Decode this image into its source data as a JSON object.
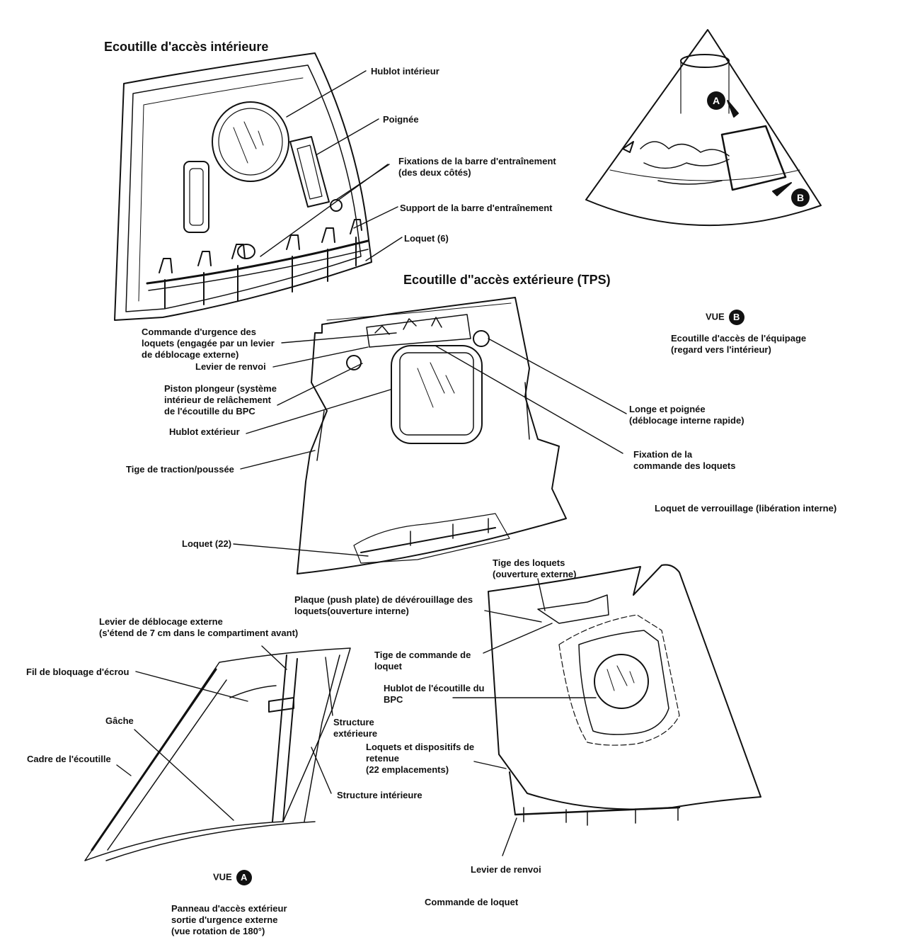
{
  "titles": {
    "inner_hatch": "Ecoutille d'accès intérieure",
    "outer_hatch": "Ecoutille d''accès extérieure (TPS)"
  },
  "labels": {
    "hublot_interieur": "Hublot intérieur",
    "poignee": "Poignée",
    "fixations_barre": "Fixations de la barre d'entraînement\n(des deux côtés)",
    "support_barre": "Support de la barre d'entraînement",
    "loquet_6": "Loquet (6)",
    "commande_urgence": "Commande d'urgence des\nloquets (engagée par un levier\nde déblocage externe)",
    "levier_renvoi_1": "Levier de renvoi",
    "piston": "Piston plongeur (système\nintérieur de relâchement\nde l'écoutille du BPC",
    "hublot_exterieur": "Hublot extérieur",
    "tige_traction": "Tige de traction/poussée",
    "longe": "Longe et poignée\n(déblocage interne rapide)",
    "fixation_commande": "Fixation de la\ncommande des loquets",
    "loquet_verrouillage": "Loquet de verrouillage (libération interne)",
    "loquet_22": "Loquet (22)",
    "tige_loquets": "Tige des loquets\n(ouverture externe)",
    "plaque": "Plaque (push plate) de dévérouillage des\nloquets(ouverture interne)",
    "levier_deblocage": "Levier de déblocage externe\n(s'étend de 7 cm dans le compartiment avant)",
    "fil_blocage": "Fil de bloquage d'écrou",
    "tige_commande": "Tige de commande de\nloquet",
    "hublot_bpc": "Hublot de l'écoutille du\nBPC",
    "gache": "Gâche",
    "structure_ext": "Structure\nextérieure",
    "cadre": "Cadre de l'écoutille",
    "loquets_dispositifs": "Loquets et dispositifs de\nretenue\n(22 emplacements)",
    "structure_int": "Structure intérieure",
    "levier_renvoi_2": "Levier de renvoi",
    "ecoutille_equipage": "Ecoutille d'accès de l'équipage\n(regard vers l'intérieur)",
    "panneau": "Panneau d'accès extérieur\nsortie d'urgence externe\n(vue rotation de 180°)",
    "commande_loquet": "Commande de loquet"
  },
  "views": {
    "vue_word": "VUE",
    "vue_b_letter": "B",
    "vue_a_letter": "A",
    "cone_a": "A",
    "cone_b": "B"
  }
}
